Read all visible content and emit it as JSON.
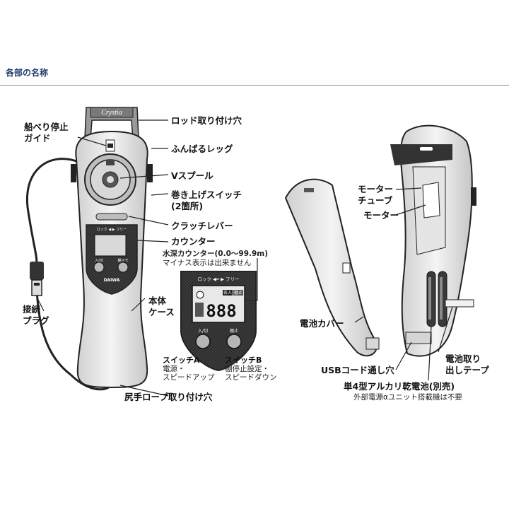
{
  "section_title": "各部の名称",
  "product": {
    "brand_logo_text": "Crystia",
    "maker_logo_text": "DAIWA"
  },
  "labels": {
    "rod_mount_hole": "ロッド取り付け穴",
    "boat_edge_guide": [
      "船べり停止",
      "ガイド"
    ],
    "funbaru_leg": "ふんばるレッグ",
    "v_spool": "Vスプール",
    "reel_up_switch": [
      "巻き上げスイッチ",
      "(2箇所)"
    ],
    "clutch_lever": "クラッチレバー",
    "counter": "カウンター",
    "depth_counter": "水深カウンター(0.0〜99.9m)",
    "depth_counter_note": "マイナス表示は出来ません",
    "body_case": [
      "本体",
      "ケース"
    ],
    "connect_plug": [
      "接続",
      "プラグ"
    ],
    "switch_a": "スイッチA",
    "switch_a_desc": [
      "電源・",
      "スピードアップ"
    ],
    "switch_b": "スイッチB",
    "switch_b_desc": [
      "棚停止設定・",
      "スピードダウン"
    ],
    "tail_rope_hole": "尻手ロープ取り付け穴",
    "motor_tube": [
      "モーター",
      "チューブ"
    ],
    "motor": "モーター",
    "battery_cover": "電池カバー",
    "battery_tape": [
      "電池取り",
      "出しテープ"
    ],
    "usb_hole": "USBコード通し穴",
    "battery": "単4型アルカリ乾電池(別売)",
    "battery_note": "外部電源αユニット搭載機は不要"
  },
  "panel": {
    "lock_free": "ロック ◀━ ▶ フリー",
    "display_value": "888",
    "tab_name": "名人",
    "tab_stop": "棚止",
    "btn_a": "入/切",
    "btn_b": "棚止",
    "small_lock": "ロック ◀ ▶ フリー",
    "small_btn_a": "入/切",
    "small_btn_b": "棚メモ"
  }
}
